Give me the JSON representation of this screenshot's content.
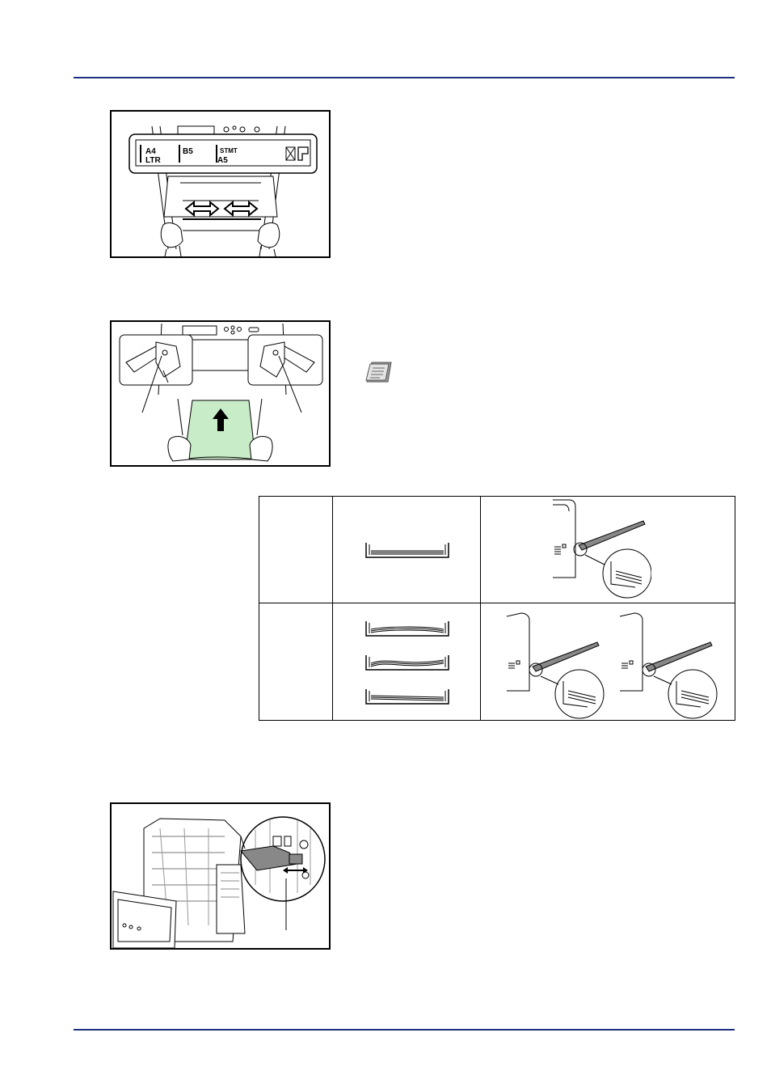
{
  "figure1": {
    "size_labels": [
      {
        "top": "A4",
        "bottom": "LTR"
      },
      {
        "top": "B5",
        "bottom": ""
      },
      {
        "top": "STMT",
        "bottom": "A5"
      }
    ]
  },
  "colors": {
    "rule": "#1f2f86",
    "paper": "#c8ecc8",
    "grey": "#888888"
  },
  "icons": [
    "note-icon",
    "envelope-icon",
    "postcard-icon",
    "arrow-up-icon",
    "double-arrow-icon"
  ]
}
